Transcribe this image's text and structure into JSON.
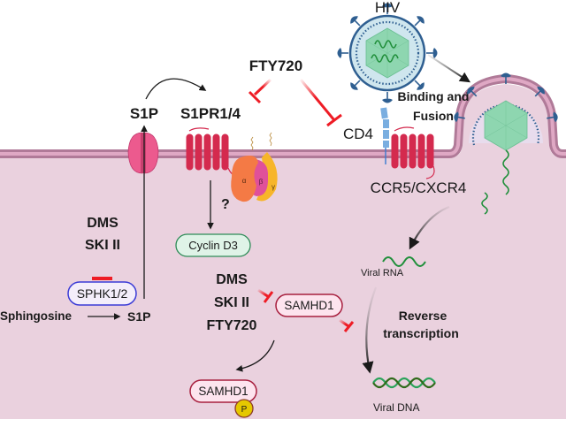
{
  "diagram": {
    "labels": {
      "hiv": "HIV",
      "fty720_top": "FTY720",
      "s1p_top": "S1P",
      "s1pr": "S1PR1/4",
      "binding_fusion_1": "Binding and",
      "binding_fusion_2": "Fusion",
      "cd4": "CD4",
      "ccr5_cxcr4": "CCR5/CXCR4",
      "question": "?",
      "g_alpha": "α",
      "g_beta": "β",
      "g_gamma": "γ",
      "cyclin_d3": "Cyclin D3",
      "dms_left": "DMS",
      "ski_left": "SKI II",
      "sphk": "SPHK1/2",
      "sphingosine": "Sphingosine",
      "s1p_bottom": "S1P",
      "dms_mid": "DMS",
      "ski_mid": "SKI II",
      "fty_mid": "FTY720",
      "samhd1": "SAMHD1",
      "samhd1_p": "SAMHD1",
      "phospho": "P",
      "viral_rna": "Viral RNA",
      "reverse_1": "Reverse",
      "reverse_2": "transcription",
      "viral_dna": "Viral DNA"
    },
    "colors": {
      "cytoplasm": "#ead1de",
      "membrane_outer": "#b07a98",
      "membrane_inner": "#dfa8c4",
      "inhibitor": "#ee1c25",
      "receptor": "#d42a4e",
      "channel": "#ec5a8e",
      "g_alpha": "#f47a45",
      "g_beta": "#e0509a",
      "g_gamma": "#f7b52a",
      "cyclin_border": "#2e8b57",
      "cyclin_fill": "#dff3e7",
      "sphk_border": "#3b3bd6",
      "sphk_fill": "#f4eefa",
      "samhd1_border": "#a8203f",
      "samhd1_fill": "#fde4ee",
      "phospho_fill": "#e5c800",
      "virus_blue": "#2f5f91",
      "virus_capsid": "#8ed6b0",
      "rna_green": "#1f8f3a",
      "cd4_blue": "#7aaee0"
    }
  }
}
